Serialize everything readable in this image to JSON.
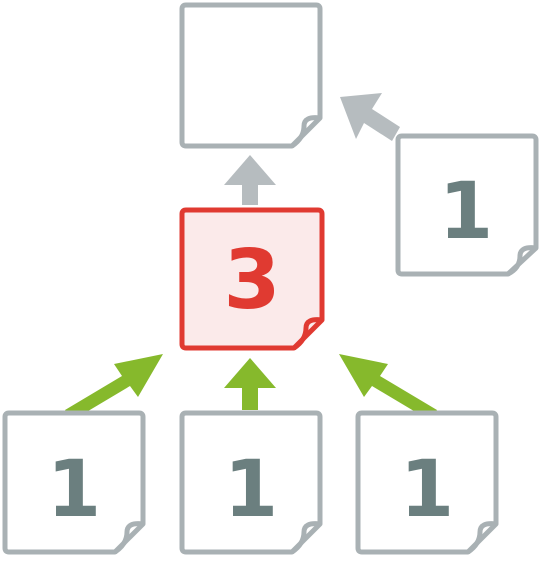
{
  "colors": {
    "gray": "#a9b1b4",
    "gray_fill": "#ffffff",
    "digit_gray": "#6b7f7f",
    "red": "#e03a31",
    "red_fill": "#fbeaea",
    "green": "#86b92c",
    "arrow_gray": "#b6bcbf"
  },
  "nodes": {
    "top": {
      "label": ""
    },
    "right": {
      "label": "1"
    },
    "center": {
      "label": "3"
    },
    "bottom_left": {
      "label": "1"
    },
    "bottom_middle": {
      "label": "1"
    },
    "bottom_right": {
      "label": "1"
    }
  },
  "edges": [
    {
      "from": "center",
      "to": "top",
      "color": "arrow_gray"
    },
    {
      "from": "right",
      "to": "top",
      "color": "arrow_gray"
    },
    {
      "from": "bottom_left",
      "to": "center",
      "color": "green"
    },
    {
      "from": "bottom_middle",
      "to": "center",
      "color": "green"
    },
    {
      "from": "bottom_right",
      "to": "center",
      "color": "green"
    }
  ]
}
